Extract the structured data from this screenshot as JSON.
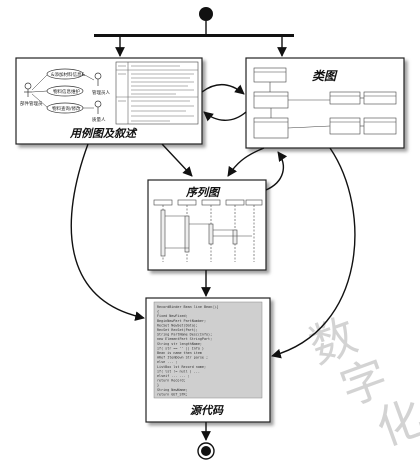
{
  "diagram": {
    "nodes": {
      "usecase": {
        "title": "用例图及叙述"
      },
      "classdiagram": {
        "title": "类图"
      },
      "sequence": {
        "title": "序列图"
      },
      "sourcecode": {
        "title": "源代码"
      }
    },
    "usecase_actors": [
      "部件管理员",
      "管理员人",
      "质量人"
    ],
    "usecase_ellipses": [
      "&添加材料信息&",
      "物料信息维护",
      "物料查询/修改"
    ],
    "watermark": [
      "数",
      "字",
      "化"
    ],
    "code_lines": [
      "RecordBinder Bean  line  Bean(){",
      "  {",
      "    Fixed  NewFixed;",
      "    BeginNewPart  PartNumber;",
      "    RecSet  NewSet(Data);",
      "    RecSet  RecSet(Part);",
      "    String  PartName  Desc(Info);",
      "    new  ElementPart  StringPart;",
      "    String  str  lengthName;",
      "    if(  str  ==  ''  ||  Info  )",
      "      Bean  is  name  then  item",
      "      ARef  ItemDown  Str  parse  ;",
      "    else  ...  ;",
      "    ListBox  lst  Record  name;",
      "    if(  lst  !=  null  )  ...",
      "    elseif  ...  ...  ;",
      "    return  Record;",
      "  }",
      "  String  NewName;",
      "  return  GET_STR;"
    ]
  }
}
